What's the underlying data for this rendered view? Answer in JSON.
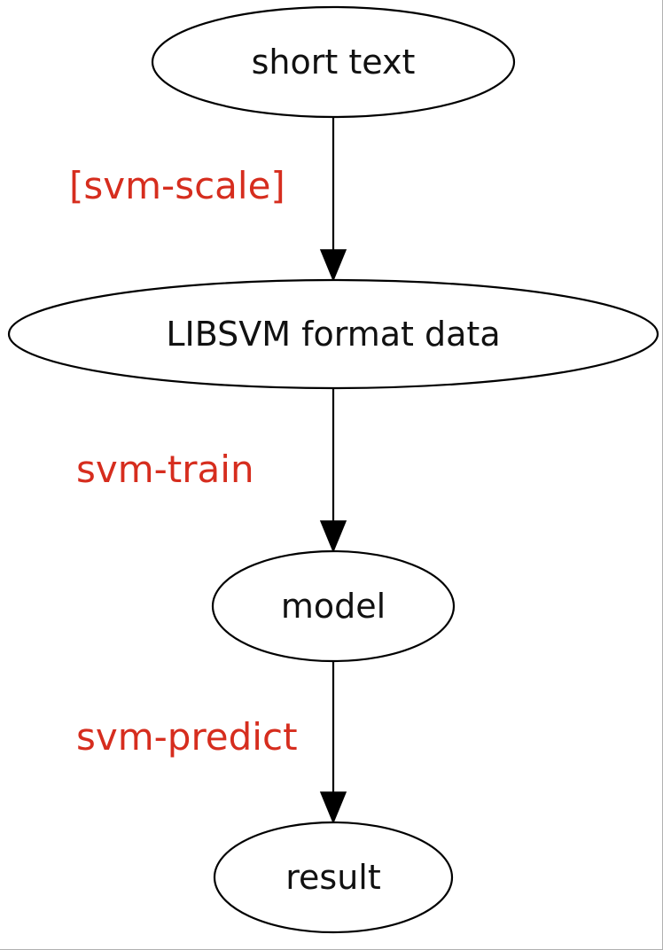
{
  "diagram": {
    "nodes": [
      {
        "id": "short-text",
        "label": "short text"
      },
      {
        "id": "libsvm-data",
        "label": "LIBSVM format data"
      },
      {
        "id": "model",
        "label": "model"
      },
      {
        "id": "result",
        "label": "result"
      }
    ],
    "edges": [
      {
        "from": "short-text",
        "to": "libsvm-data",
        "label": "[svm-scale]"
      },
      {
        "from": "libsvm-data",
        "to": "model",
        "label": "svm-train"
      },
      {
        "from": "model",
        "to": "result",
        "label": "svm-predict"
      }
    ],
    "colors": {
      "node_border": "#000000",
      "node_text": "#111111",
      "edge": "#000000",
      "edge_label": "#d62d1e",
      "background": "#ffffff"
    }
  }
}
